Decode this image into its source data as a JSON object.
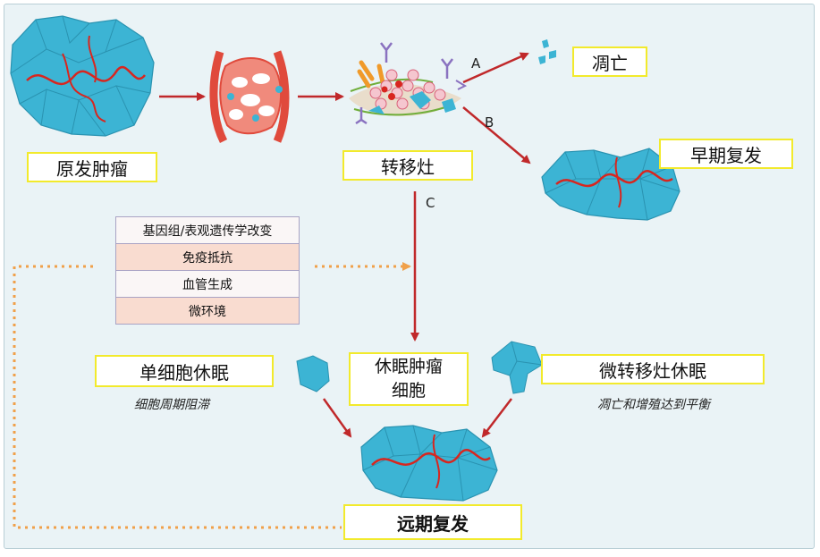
{
  "stages": {
    "primary": "原发肿瘤",
    "metastasis": "转移灶",
    "apoptosis": "凋亡",
    "early_relapse": "早期复发",
    "dormant_cells_line1": "休眠肿瘤",
    "dormant_cells_line2": "细胞",
    "single_cell": "单细胞休眠",
    "micrometastasis": "微转移灶休眠",
    "late_relapse": "远期复发"
  },
  "notes": {
    "cell_cycle_arrest": "细胞周期阻滞",
    "balance": "凋亡和增殖达到平衡"
  },
  "factors": [
    "基因组/表观遗传学改变",
    "免疫抵抗",
    "血管生成",
    "微环境"
  ],
  "paths": {
    "a": "A",
    "b": "B",
    "c": "C"
  },
  "colors": {
    "cell": "#3cb4d4",
    "vessel": "#d8261f",
    "arrow": "#c0282a",
    "dotted": "#f0a04a",
    "label_border": "#f2ea2c"
  }
}
